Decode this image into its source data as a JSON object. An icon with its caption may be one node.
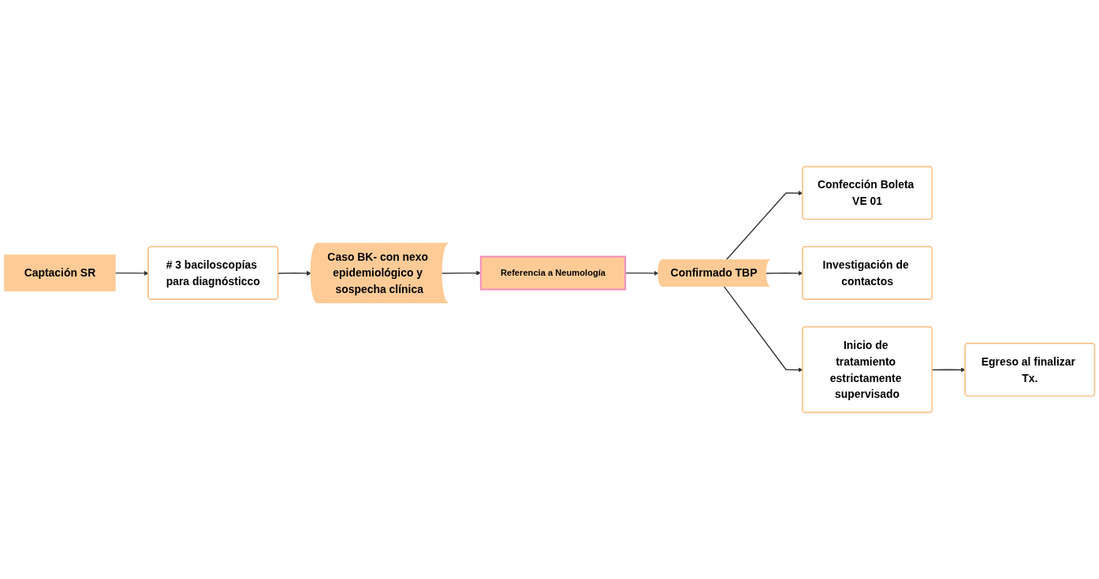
{
  "diagram": {
    "nodes": [
      {
        "text": [
          "Captación SR"
        ]
      },
      {
        "text": [
          "# 3 baciloscopías para diagnósticco"
        ]
      },
      {
        "text": [
          "Caso BK- con nexo epidemiológico y sospecha clínica"
        ]
      },
      {
        "text": [
          "Referencia a Neumología"
        ]
      },
      {
        "text": [
          "Confirmado TBP"
        ]
      },
      {
        "text": [
          "Confección Boleta VE 01"
        ]
      },
      {
        "text": [
          "Investigación de contactos"
        ]
      },
      {
        "text": [
          "Inicio de tratamiento estrictamente supervisado"
        ]
      },
      {
        "text": [
          "Egreso al finalizar Tx."
        ]
      }
    ],
    "edges": [
      {
        "from": 0,
        "to": 1,
        "arrow": "to"
      },
      {
        "from": 1,
        "to": 2,
        "arrow": "to"
      },
      {
        "from": 2,
        "to": 3,
        "arrow": "to"
      },
      {
        "from": 3,
        "to": 4,
        "arrow": "to"
      },
      {
        "from": 4,
        "to": 7,
        "arrow": "to"
      },
      {
        "from": 4,
        "to": 5,
        "arrow": "to"
      },
      {
        "from": 4,
        "to": 6,
        "arrow": "to"
      },
      {
        "from": 7,
        "to": 8,
        "arrow": "to"
      }
    ]
  }
}
